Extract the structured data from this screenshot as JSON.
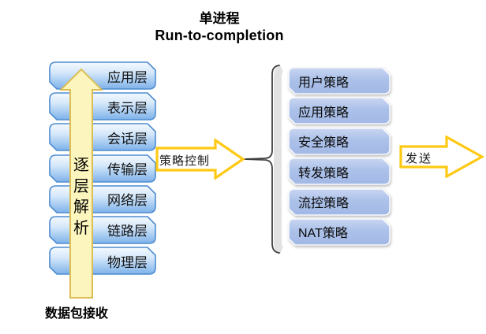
{
  "title": {
    "line1": "单进程",
    "line2": "Run-to-completion"
  },
  "left_stack": {
    "items": [
      "应用层",
      "表示层",
      "会话层",
      "传输层",
      "网络层",
      "链路层",
      "物理层"
    ]
  },
  "up_arrow": {
    "label": "逐层解析"
  },
  "receive_label": "数据包接收",
  "policy_arrow": {
    "label": "策略控制"
  },
  "right_stack": {
    "items": [
      "用户策略",
      "应用策略",
      "安全策略",
      "转发策略",
      "流控策略",
      "NAT策略"
    ]
  },
  "send_arrow": {
    "label": "发送"
  },
  "colors": {
    "layer_box_border": "#4E8CD0",
    "layer_box_gradient_top": "#F4F9FE",
    "layer_box_gradient_bottom": "#7EB1E9",
    "policy_box_fill": "#A8BEE8",
    "yellow_arrow_border": "#FFC913",
    "big_arrow_fill": "#FCF6BE",
    "big_arrow_border": "#DCBE55",
    "brace_color": "#3F3F3F",
    "text_color": "#000000"
  }
}
